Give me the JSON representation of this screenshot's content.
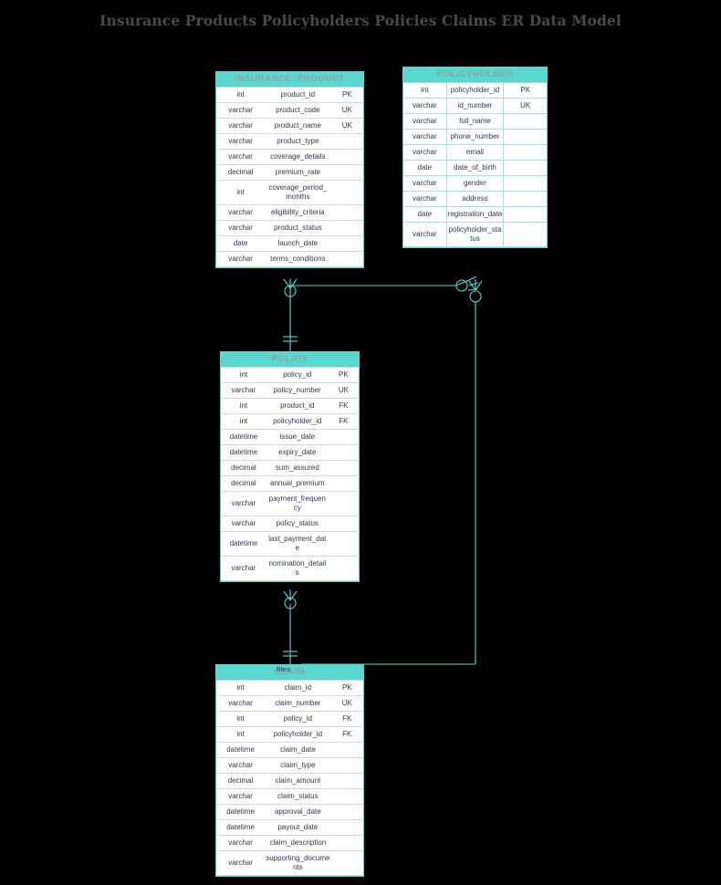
{
  "page": {
    "title": "Insurance Products Policyholders Policies Claims ER Data Model",
    "background_color": "#000000",
    "accent_color": "#5ad8d0",
    "line_color": "#4fd9d2",
    "text_color": "#2b3a52"
  },
  "entities": [
    {
      "name": "INSURANCE_PRODUCT",
      "columns": [
        {
          "type": "int",
          "name": "product_id",
          "key": "PK"
        },
        {
          "type": "varchar",
          "name": "product_code",
          "key": "UK"
        },
        {
          "type": "varchar",
          "name": "product_name",
          "key": "UK"
        },
        {
          "type": "varchar",
          "name": "product_type",
          "key": ""
        },
        {
          "type": "varchar",
          "name": "coverage_details",
          "key": ""
        },
        {
          "type": "decimal",
          "name": "premium_rate",
          "key": ""
        },
        {
          "type": "int",
          "name": "coverage_period_months",
          "key": ""
        },
        {
          "type": "varchar",
          "name": "eligibility_criteria",
          "key": ""
        },
        {
          "type": "varchar",
          "name": "product_status",
          "key": ""
        },
        {
          "type": "date",
          "name": "launch_date",
          "key": ""
        },
        {
          "type": "varchar",
          "name": "terms_conditions",
          "key": ""
        }
      ]
    },
    {
      "name": "POLICYHOLDER",
      "columns": [
        {
          "type": "int",
          "name": "policyholder_id",
          "key": "PK"
        },
        {
          "type": "varchar",
          "name": "id_number",
          "key": "UK"
        },
        {
          "type": "varchar",
          "name": "full_name",
          "key": ""
        },
        {
          "type": "varchar",
          "name": "phone_number",
          "key": ""
        },
        {
          "type": "varchar",
          "name": "email",
          "key": ""
        },
        {
          "type": "date",
          "name": "date_of_birth",
          "key": ""
        },
        {
          "type": "varchar",
          "name": "gender",
          "key": ""
        },
        {
          "type": "varchar",
          "name": "address",
          "key": ""
        },
        {
          "type": "date",
          "name": "registration_date",
          "key": ""
        },
        {
          "type": "varchar",
          "name": "policyholder_status",
          "key": ""
        }
      ]
    },
    {
      "name": "POLICY",
      "columns": [
        {
          "type": "int",
          "name": "policy_id",
          "key": "PK"
        },
        {
          "type": "varchar",
          "name": "policy_number",
          "key": "UK"
        },
        {
          "type": "int",
          "name": "product_id",
          "key": "FK"
        },
        {
          "type": "int",
          "name": "policyholder_id",
          "key": "FK"
        },
        {
          "type": "datetime",
          "name": "issue_date",
          "key": ""
        },
        {
          "type": "datetime",
          "name": "expiry_date",
          "key": ""
        },
        {
          "type": "decimal",
          "name": "sum_assured",
          "key": ""
        },
        {
          "type": "decimal",
          "name": "annual_premium",
          "key": ""
        },
        {
          "type": "varchar",
          "name": "payment_frequency",
          "key": ""
        },
        {
          "type": "varchar",
          "name": "policy_status",
          "key": ""
        },
        {
          "type": "datetime",
          "name": "last_payment_date",
          "key": ""
        },
        {
          "type": "varchar",
          "name": "nomination_details",
          "key": ""
        }
      ]
    },
    {
      "name": "CLAIM",
      "columns": [
        {
          "type": "int",
          "name": "claim_id",
          "key": "PK"
        },
        {
          "type": "varchar",
          "name": "claim_number",
          "key": "UK"
        },
        {
          "type": "int",
          "name": "policy_id",
          "key": "FK"
        },
        {
          "type": "int",
          "name": "policyholder_id",
          "key": "FK"
        },
        {
          "type": "datetime",
          "name": "claim_date",
          "key": ""
        },
        {
          "type": "varchar",
          "name": "claim_type",
          "key": ""
        },
        {
          "type": "decimal",
          "name": "claim_amount",
          "key": ""
        },
        {
          "type": "varchar",
          "name": "claim_status",
          "key": ""
        },
        {
          "type": "datetime",
          "name": "approval_date",
          "key": ""
        },
        {
          "type": "datetime",
          "name": "payout_date",
          "key": ""
        },
        {
          "type": "varchar",
          "name": "claim_description",
          "key": ""
        },
        {
          "type": "varchar",
          "name": "supporting_documents",
          "key": ""
        }
      ]
    }
  ],
  "relationships": [
    {
      "from": "INSURANCE_PRODUCT",
      "to": "POLICY",
      "label": ""
    },
    {
      "from": "POLICYHOLDER",
      "to": "POLICY",
      "label": ""
    },
    {
      "from": "POLICY",
      "to": "CLAIM",
      "label": ""
    },
    {
      "from": "POLICYHOLDER",
      "to": "CLAIM",
      "label": "files"
    }
  ]
}
